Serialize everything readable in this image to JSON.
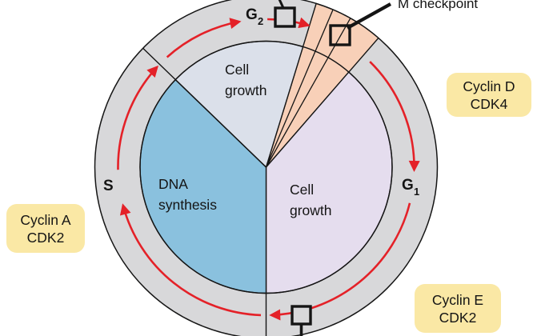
{
  "diagram": {
    "type": "cell-cycle-control-diagram",
    "phase_labels": {
      "g2": {
        "main": "G",
        "sub": "2"
      },
      "s": "S",
      "g1": {
        "main": "G",
        "sub": "1"
      }
    },
    "slice_labels": {
      "top": "Cell\ngrowth",
      "left": "DNA\nsynthesis",
      "right": "Cell\ngrowth"
    },
    "checkpoints": {
      "m_label": "M checkpoint"
    },
    "cyclin_boxes": {
      "d": "Cyclin D\nCDK4",
      "a": "Cyclin A\nCDK2",
      "e": "Cyclin E\nCDK2"
    },
    "colors": {
      "ring_gray": "#D8D8DA",
      "g2_slice": "#DBE0EA",
      "s_slice": "#8AC1DE",
      "g1_slice": "#E5DDEE",
      "m_slice": "#F8D0B8",
      "arrow_red": "#E42128",
      "box_yellow": "#FAE8A5",
      "outline": "#151515"
    }
  }
}
